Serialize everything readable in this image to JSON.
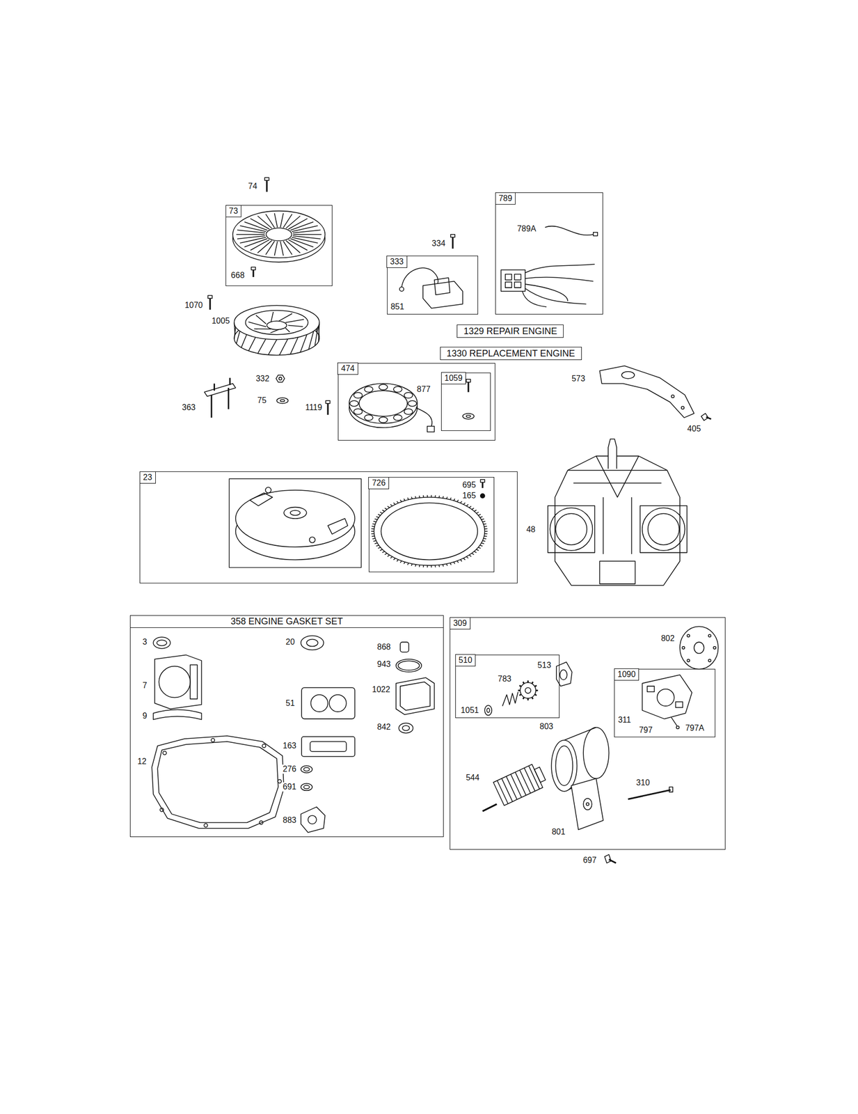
{
  "diagram": {
    "nodes": [
      {
        "text": [
          "73"
        ]
      },
      {
        "text": [
          "789"
        ]
      },
      {
        "text": [
          "333"
        ]
      },
      {
        "text": [
          "1329 REPAIR ENGINE"
        ]
      },
      {
        "text": [
          "1330 REPLACEMENT ENGINE"
        ]
      },
      {
        "text": [
          "474"
        ]
      },
      {
        "text": [
          "1059"
        ],
        "in": 5
      },
      {
        "text": [
          "23"
        ]
      },
      {
        "text": [
          "726"
        ],
        "in": 7
      },
      {
        "text": [
          "358 ENGINE GASKET SET"
        ]
      },
      {
        "text": [
          "309"
        ]
      },
      {
        "text": [
          "510"
        ],
        "in": 10
      },
      {
        "text": [
          "1090"
        ],
        "in": 10
      }
    ],
    "labels": [
      "74",
      "668",
      "334",
      "789A",
      "851",
      "1070",
      "1005",
      "332",
      "877",
      "573",
      "75",
      "363",
      "1119",
      "405",
      "695",
      "165",
      "48",
      "3",
      "20",
      "868",
      "802",
      "943",
      "513",
      "783",
      "7",
      "1022",
      "51",
      "1051",
      "9",
      "311",
      "803",
      "842",
      "797",
      "797A",
      "163",
      "12",
      "276",
      "544",
      "310",
      "691",
      "883",
      "801",
      "697"
    ]
  }
}
